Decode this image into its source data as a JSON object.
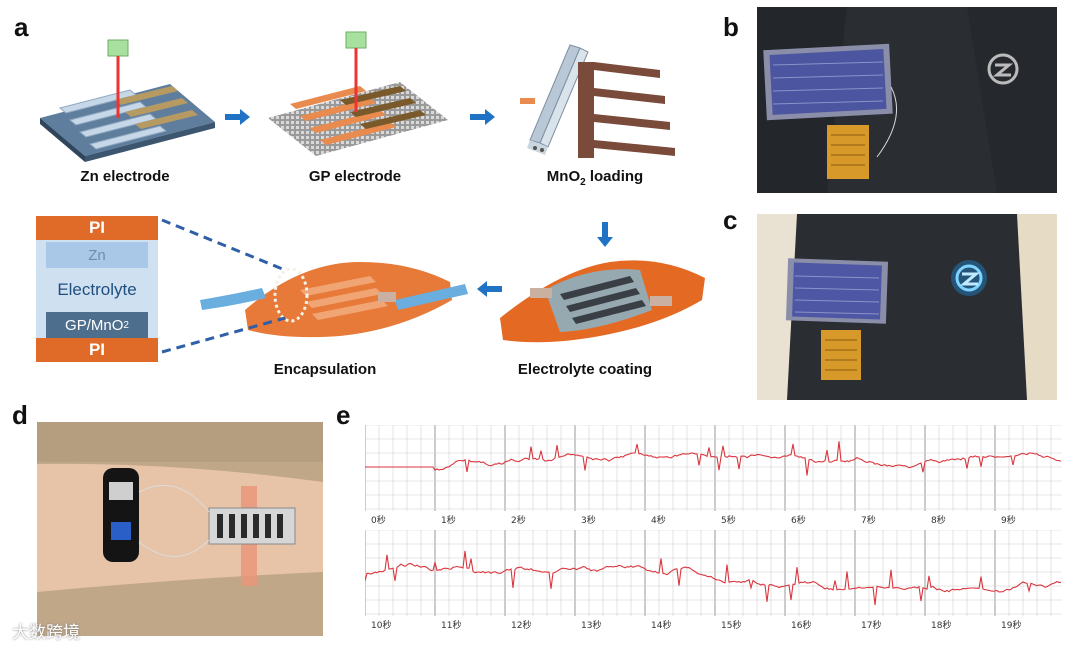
{
  "panel_labels": {
    "a": "a",
    "b": "b",
    "c": "c",
    "d": "d",
    "e": "e"
  },
  "panel_a": {
    "steps": {
      "zn_electrode": "Zn electrode",
      "gp_electrode": "GP electrode",
      "mno2_loading_pre": "MnO",
      "mno2_loading_sub": "2",
      "mno2_loading_post": " loading",
      "electrolyte_coating": "Electrolyte coating",
      "encapsulation": "Encapsulation"
    },
    "stack_layers": {
      "pi_top": "PI",
      "zn": "Zn",
      "electrolyte": "Electrolyte",
      "gp_mno2_pre": "GP/MnO",
      "gp_mno2_sub": "2",
      "pi_bottom": "PI"
    },
    "colors": {
      "pi": "#e06a28",
      "zn": "#a9c7e6",
      "electrolyte": "#cfe0f1",
      "gp": "#4e6e8e",
      "arrow": "#1f72c4"
    }
  },
  "panel_e": {
    "row1_ticks": [
      "0秒",
      "1秒",
      "2秒",
      "3秒",
      "4秒",
      "5秒",
      "6秒",
      "7秒",
      "8秒",
      "9秒"
    ],
    "row2_ticks": [
      "10秒",
      "11秒",
      "12秒",
      "13秒",
      "14秒",
      "15秒",
      "16秒",
      "17秒",
      "18秒",
      "19秒"
    ],
    "trace_color": "#d9363e"
  },
  "watermark": "大数跨境"
}
